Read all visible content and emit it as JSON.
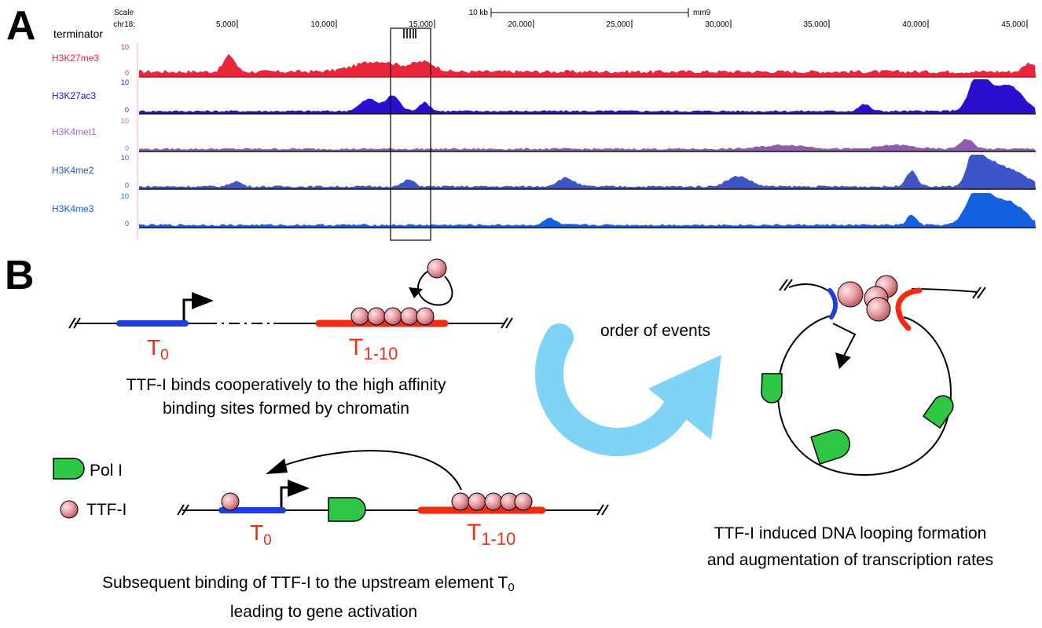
{
  "panel_a": {
    "label": "A",
    "scale_label": "Scale",
    "chr_label": "chr18:",
    "scale_bar_label": "10 kb",
    "assembly": "mm9",
    "terminator_label": "terminator",
    "coordinate_ticks": [
      "5,000",
      "10,000",
      "15,000",
      "20,000",
      "25,000",
      "30,000",
      "35,000",
      "40,000",
      "45,000"
    ],
    "tracks": [
      {
        "name": "H3K27me3",
        "color": "#e8263a",
        "ymax": "10",
        "ymin": "0"
      },
      {
        "name": "H3K27ac3",
        "color": "#2a0fd0",
        "ymax": "10",
        "ymin": "0"
      },
      {
        "name": "H3K4met1",
        "color": "#8e5bb0",
        "ymax": "10",
        "ymin": "0"
      },
      {
        "name": "H3K4me2",
        "color": "#3e55c8",
        "ymax": "10",
        "ymin": "0"
      },
      {
        "name": "H3K4me3",
        "color": "#1560e0",
        "ymax": "10",
        "ymin": "0"
      }
    ]
  },
  "panel_b": {
    "label": "B",
    "top_t0": "T",
    "top_t0_sub": "0",
    "top_t110": "T",
    "top_t110_sub": "1-10",
    "top_caption_line1": "TTF-I binds cooperatively to the high affinity",
    "top_caption_line2": "binding sites formed by chromatin",
    "order_label": "order of events",
    "legend_pol": "Pol I",
    "legend_ttf": "TTF-I",
    "bottom_t0": "T",
    "bottom_t0_sub": "0",
    "bottom_t110": "T",
    "bottom_t110_sub": "1-10",
    "bottom_caption_line1": "Subsequent binding of TTF-I to the upstream element T",
    "bottom_caption_line1_sub": "0",
    "bottom_caption_line2": "leading to gene activation",
    "right_caption_line1": "TTF-I induced DNA looping formation",
    "right_caption_line2": "and augmentation of transcription rates"
  },
  "colors": {
    "t0_blue": "#1f3fd8",
    "t110_red": "#f52a12",
    "label_red": "#e8301a",
    "arrow_cyan": "#7fd3f5",
    "pol_green": "#2ec743",
    "ttf_pink": "#e8949a"
  }
}
